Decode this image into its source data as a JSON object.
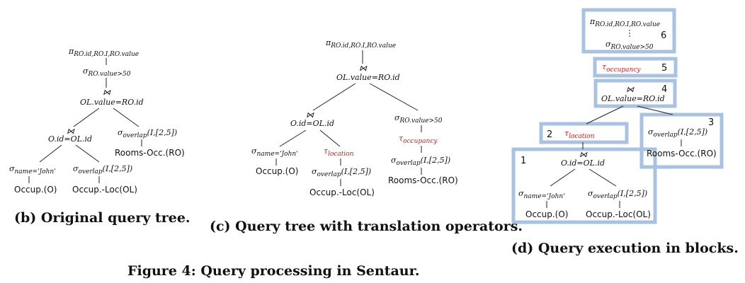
{
  "panel_b": {
    "project": "π",
    "project_sub": "RO.id,RO.I,RO.value",
    "select_sigma": "σ",
    "select_sub": "RO.value>50",
    "join_top": "OL.value=RO.id",
    "join_left": "O.id=OL.id",
    "overlap_right_sigma": "σ",
    "overlap_right_sub": "overlap",
    "overlap_right_args": "(I,[2,5])",
    "rooms": "Rooms-Occ.(RO)",
    "name_sigma": "σ",
    "name_sub": "name='John'",
    "overlap_left_sigma": "σ",
    "overlap_left_sub": "overlap",
    "overlap_left_args": "(I,[2,5])",
    "occup": "Occup.(O)",
    "occup_loc": "Occup.-Loc(OL)",
    "caption": "(b) Original query tree."
  },
  "panel_c": {
    "project": "π",
    "project_sub": "RO.id,RO.I,RO.value",
    "join_top": "OL.value=RO.id",
    "join_left": "O.id=OL.id",
    "select_sigma": "σ",
    "select_sub": "RO.value>50",
    "tau_occ": "τ",
    "tau_occ_sub": "occupancy",
    "overlap_right_sigma": "σ",
    "overlap_right_sub": "overlap",
    "overlap_right_args": "(I,[2,5])",
    "rooms": "Rooms-Occ.(RO)",
    "name_sigma": "σ",
    "name_sub": "name='John'",
    "tau_loc": "τ",
    "tau_loc_sub": "location",
    "occup": "Occup.(O)",
    "overlap_left_sigma": "σ",
    "overlap_left_sub": "overlap",
    "overlap_left_args": "(I,[2,5])",
    "occup_loc": "Occup.-Loc(OL)",
    "caption": "(c) Query tree with translation operators."
  },
  "panel_d": {
    "project": "π",
    "project_sub": "RO.id,RO.I,RO.value",
    "select_sigma": "σ",
    "select_sub": "RO.value>50",
    "tau_occ": "τ",
    "tau_occ_sub": "occupancy",
    "join_top": "OL.value=RO.id",
    "tau_loc": "τ",
    "tau_loc_sub": "location",
    "overlap_right_sigma": "σ",
    "overlap_right_sub": "overlap",
    "overlap_right_args": "(I,[2,5])",
    "rooms": "Rooms-Occ.(RO)",
    "join_left": "O.id=OL.id",
    "name_sigma": "σ",
    "name_sub": "name='John'",
    "overlap_left_sigma": "σ",
    "overlap_left_sub": "overlap",
    "overlap_left_args": "(I,[2,5])",
    "occup": "Occup.(O)",
    "occup_loc": "Occup.-Loc(OL)",
    "block_numbers": [
      "1",
      "2",
      "3",
      "4",
      "5",
      "6"
    ],
    "caption": "(d) Query execution in blocks."
  },
  "join_symbol": "⋈",
  "figure_caption": "Figure 4: Query processing in Sentaur."
}
